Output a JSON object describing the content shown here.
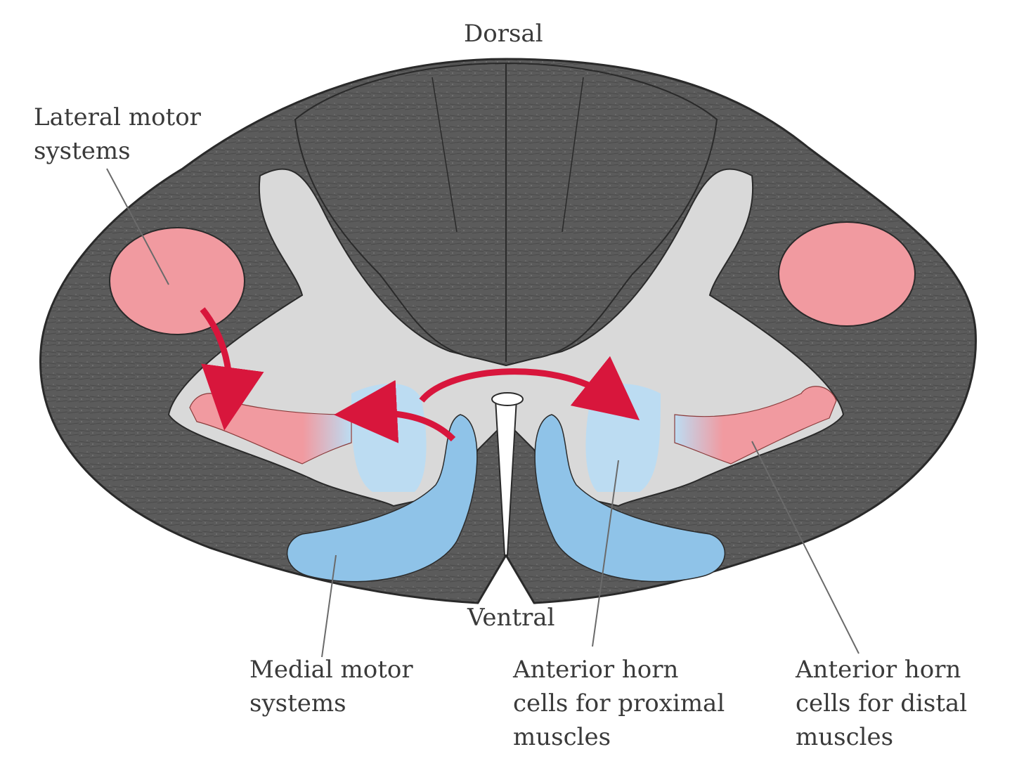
{
  "labels": {
    "dorsal": "Dorsal",
    "ventral": "Ventral",
    "lateral_motor_systems": "Lateral motor\nsystems",
    "medial_motor_systems": "Medial motor\nsystems",
    "anterior_horn_proximal": "Anterior horn\ncells for proximal\nmuscles",
    "anterior_horn_distal": "Anterior horn\ncells for distal\nmuscles"
  },
  "colors": {
    "white_matter": "#5b5b5b",
    "gray_matter": "#d9d9d9",
    "lateral_tract": "#f19aa0",
    "medial_tract": "#8fc3e8",
    "anterior_horn_proximal": "#bcdcf2",
    "arrow": "#d8163c",
    "outline": "#2a2a2a",
    "leader_line": "#6a6a6a"
  }
}
